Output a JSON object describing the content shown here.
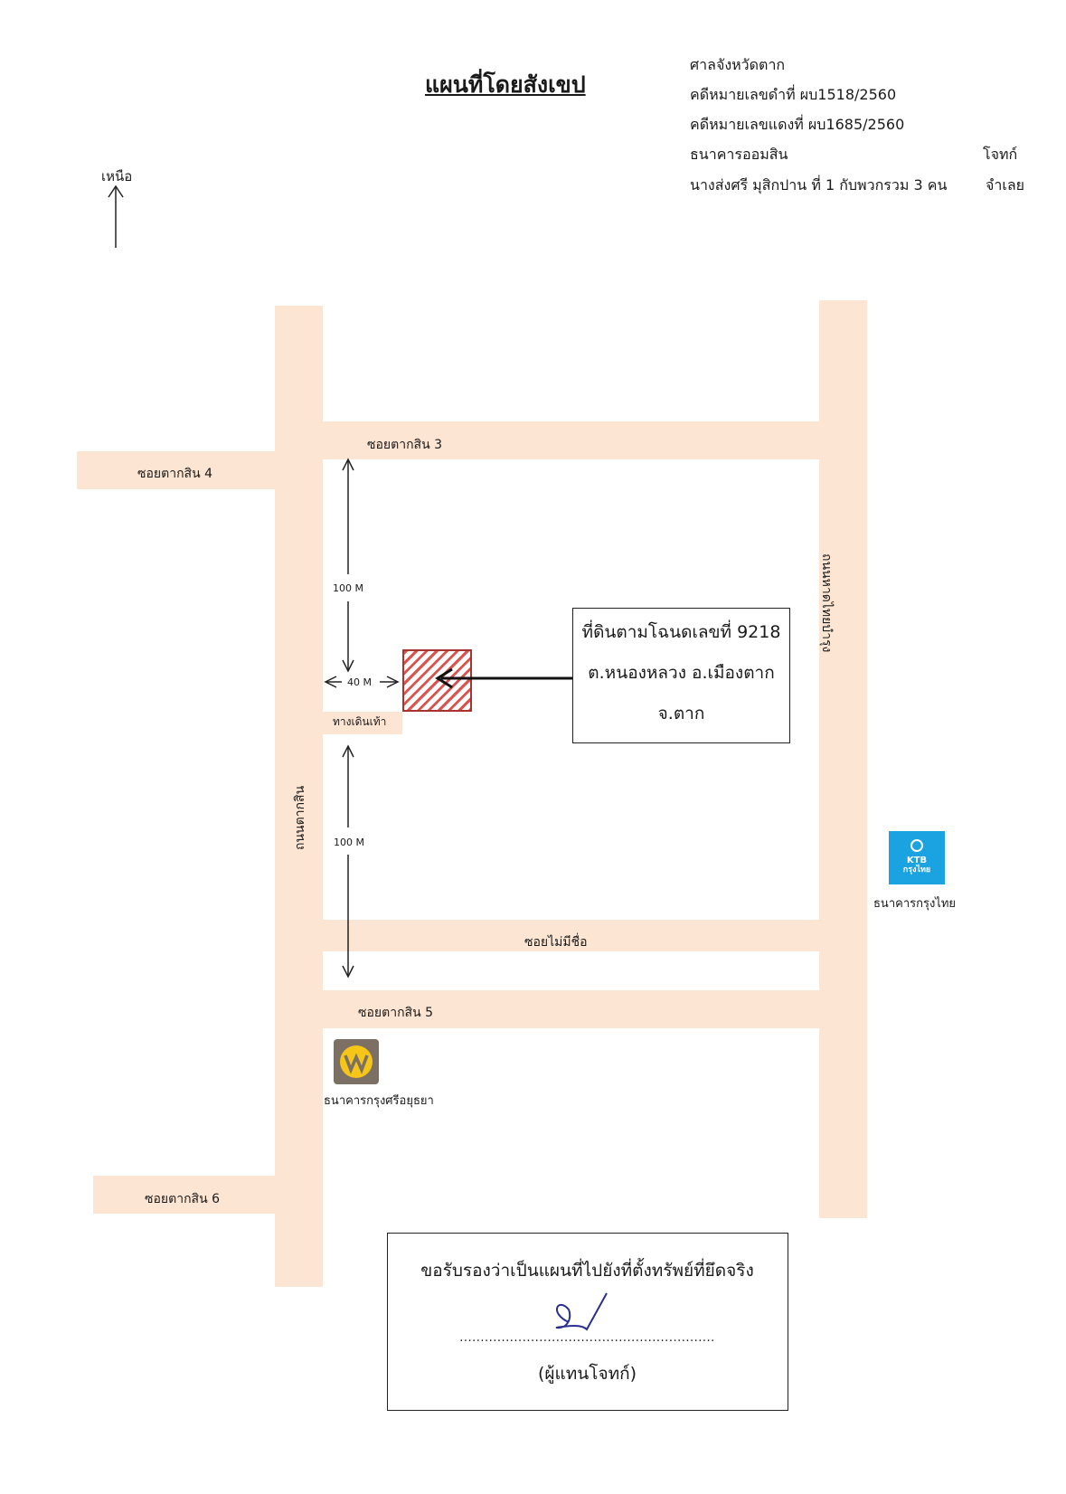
{
  "header": {
    "title": "แผนที่โดยสังเขป",
    "court": "ศาลจังหวัดตาก",
    "black_case": "คดีหมายเลขดำที่   ผบ1518/2560",
    "red_case": "คดีหมายเลขแดงที่ ผบ1685/2560",
    "plaintiff_name": "ธนาคารออมสิน",
    "plaintiff_role": "โจทก์",
    "defendant_name": "นางส่งศรี  มุสิกปาน ที่ 1 กับพวกรวม 3 คน",
    "defendant_role": "จำเลย"
  },
  "north": {
    "label": "เหนือ"
  },
  "roads": {
    "soi3": "ซอยตากสิน 3",
    "soi4": "ซอยตากสิน 4",
    "soi5": "ซอยตากสิน 5",
    "soi6": "ซอยตากสิน 6",
    "unnamed": "ซอยไม่มีชื่อ",
    "taksin": "ถนนตากสิน",
    "hattaibamrung": "ถนนหาดไทยบำรุง",
    "walkway": "ทางเดินเท้า"
  },
  "distances": {
    "north": "100 M",
    "west": "40 M",
    "south": "100 M"
  },
  "deed": {
    "line1": "ที่ดินตามโฉนดเลขที่ 9218",
    "line2": "ต.หนองหลวง  อ.เมืองตาก",
    "line3": "จ.ตาก"
  },
  "landmarks": {
    "ktb_logo_top": "KTB",
    "ktb_logo_bottom": "กรุงไทย",
    "ktb_name": "ธนาคารกรุงไทย",
    "bay_name": "ธนาคารกรุงศรีอยุธยา"
  },
  "certification": {
    "statement": "ขอรับรองว่าเป็นแผนที่ไปยังที่ตั้งทรัพย์ที่ยึดจริง",
    "dots": ".............................................................",
    "role": "(ผู้แทนโจทก์)"
  },
  "colors": {
    "road": "#fce5d2",
    "plot_hatch": "#d9534f",
    "ktb": "#1ba2e0",
    "bay_bg": "#7c6f63",
    "bay_mark": "#f5c518",
    "signature_ink": "#2a2f8f"
  },
  "icons": [
    "north-arrow-icon",
    "pointer-arrow-icon",
    "ktb-logo-icon",
    "krungsri-logo-icon"
  ]
}
